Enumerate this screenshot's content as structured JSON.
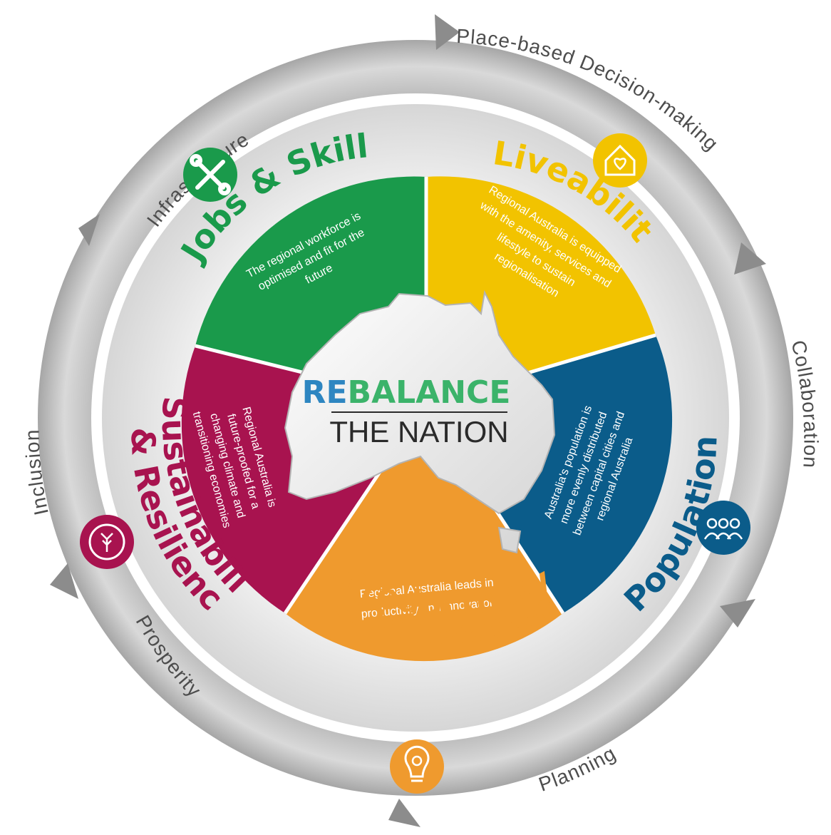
{
  "ring_labels": {
    "infrastructure": "Infrastructure",
    "place_based": "Place-based Decision-making",
    "collaboration": "Collaboration",
    "planning": "Planning",
    "prosperity": "Prosperity",
    "inclusion": "Inclusion"
  },
  "segments": {
    "jobs": {
      "title": "Jobs & Skills",
      "body": [
        "The regional workforce is",
        "optimised and fit for the",
        "future"
      ],
      "color": "#1a9a4b",
      "icon": "tools-icon"
    },
    "liveability": {
      "title": "Liveability",
      "body": [
        "Regional Australia is equipped",
        "with the amenity, services and",
        "lifestyle to sustain",
        "regionalisation"
      ],
      "color": "#f2c300",
      "icon": "house-heart-icon"
    },
    "population": {
      "title": "Population",
      "body": [
        "Australia's population is",
        "more evenly distributed",
        "between capital cities and",
        "regional Australia"
      ],
      "color": "#0b5c8a",
      "icon": "people-icon"
    },
    "productivity": {
      "title_line1": "Productivity",
      "title_line2": "& Innovation",
      "body": [
        "Regional Australia leads in",
        "productivity and  innovation"
      ],
      "color": "#ef9a2e",
      "icon": "lightbulb-gear-icon"
    },
    "sustainability": {
      "title_line1": "Sustainability",
      "title_line2": "& Resilience",
      "body": [
        "Regional Australia is",
        "future-proofed for a",
        "changing climate and",
        "transitioning economies"
      ],
      "color": "#a8134f",
      "icon": "tree-cycle-icon"
    }
  },
  "brand": {
    "word_re": "RE",
    "word_balance": "BALANCE",
    "line2": "THE NATION",
    "colors": {
      "re": "#2e86c1",
      "balance": "#3bb36a"
    }
  }
}
